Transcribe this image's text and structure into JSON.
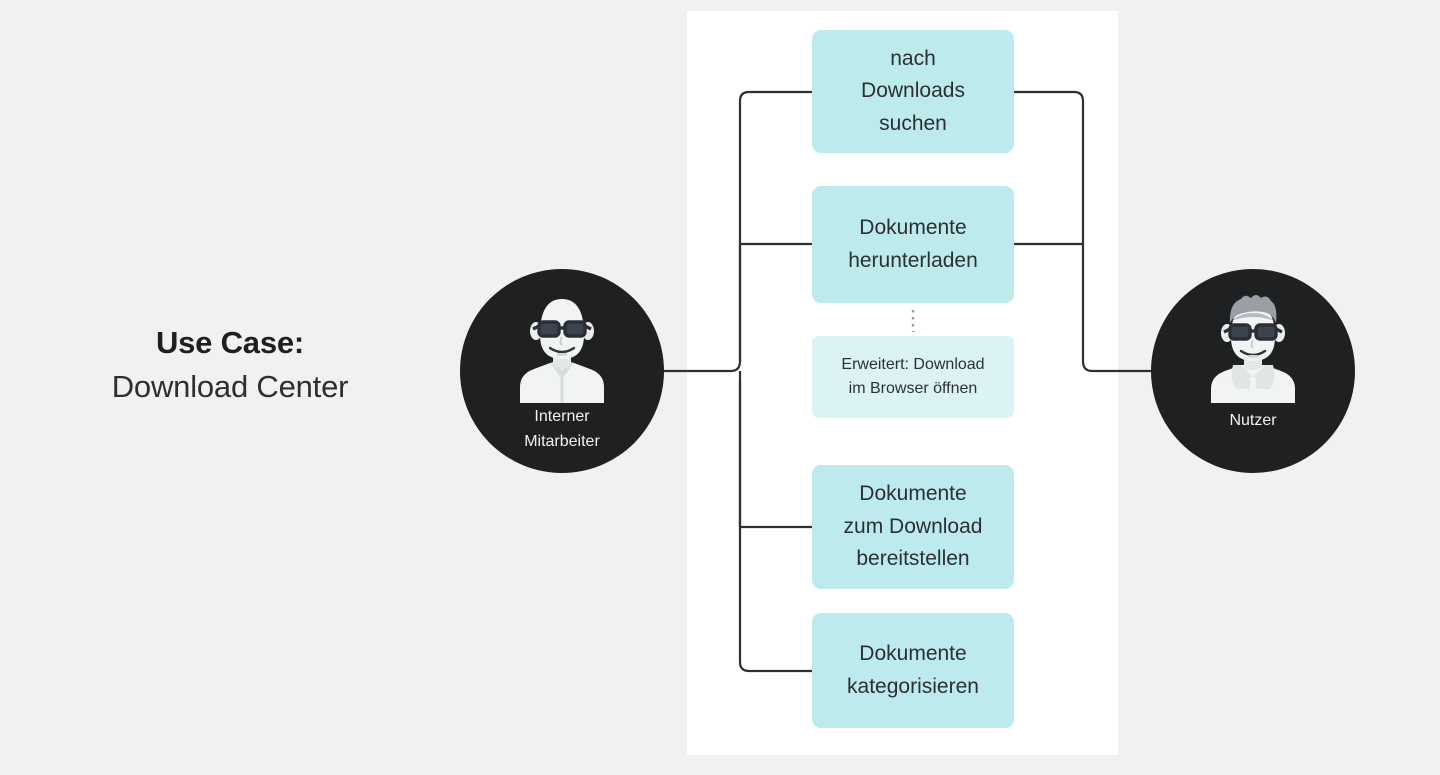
{
  "diagram": {
    "title_line_1": "Use Case:",
    "title_line_2": "Download Center",
    "background_color": "#f1f1f1",
    "panel_color": "#ffffff",
    "usecase_color": "#bdeaec",
    "extension_color": "#dcf3f5",
    "actor_circle_color": "#1f2022",
    "connector_color": "#2f3033"
  },
  "actors": {
    "left": {
      "label": "Interner\nMitarbeiter",
      "avatar": "bald-man-with-glasses-avatar"
    },
    "right": {
      "label": "Nutzer",
      "avatar": "man-with-gray-hair-and-glasses-avatar"
    }
  },
  "use_cases": [
    {
      "id": "search",
      "label": "nach\nDownloads\nsuchen",
      "type": "primary"
    },
    {
      "id": "download",
      "label": "Dokumente\nherunterladen",
      "type": "primary"
    },
    {
      "id": "extension",
      "label": "Erweitert: Download\nim Browser öffnen",
      "type": "extension"
    },
    {
      "id": "provide",
      "label": "Dokumente\nzum Download\nbereitstellen",
      "type": "primary"
    },
    {
      "id": "categorize",
      "label": "Dokumente\nkategorisieren",
      "type": "primary"
    }
  ]
}
